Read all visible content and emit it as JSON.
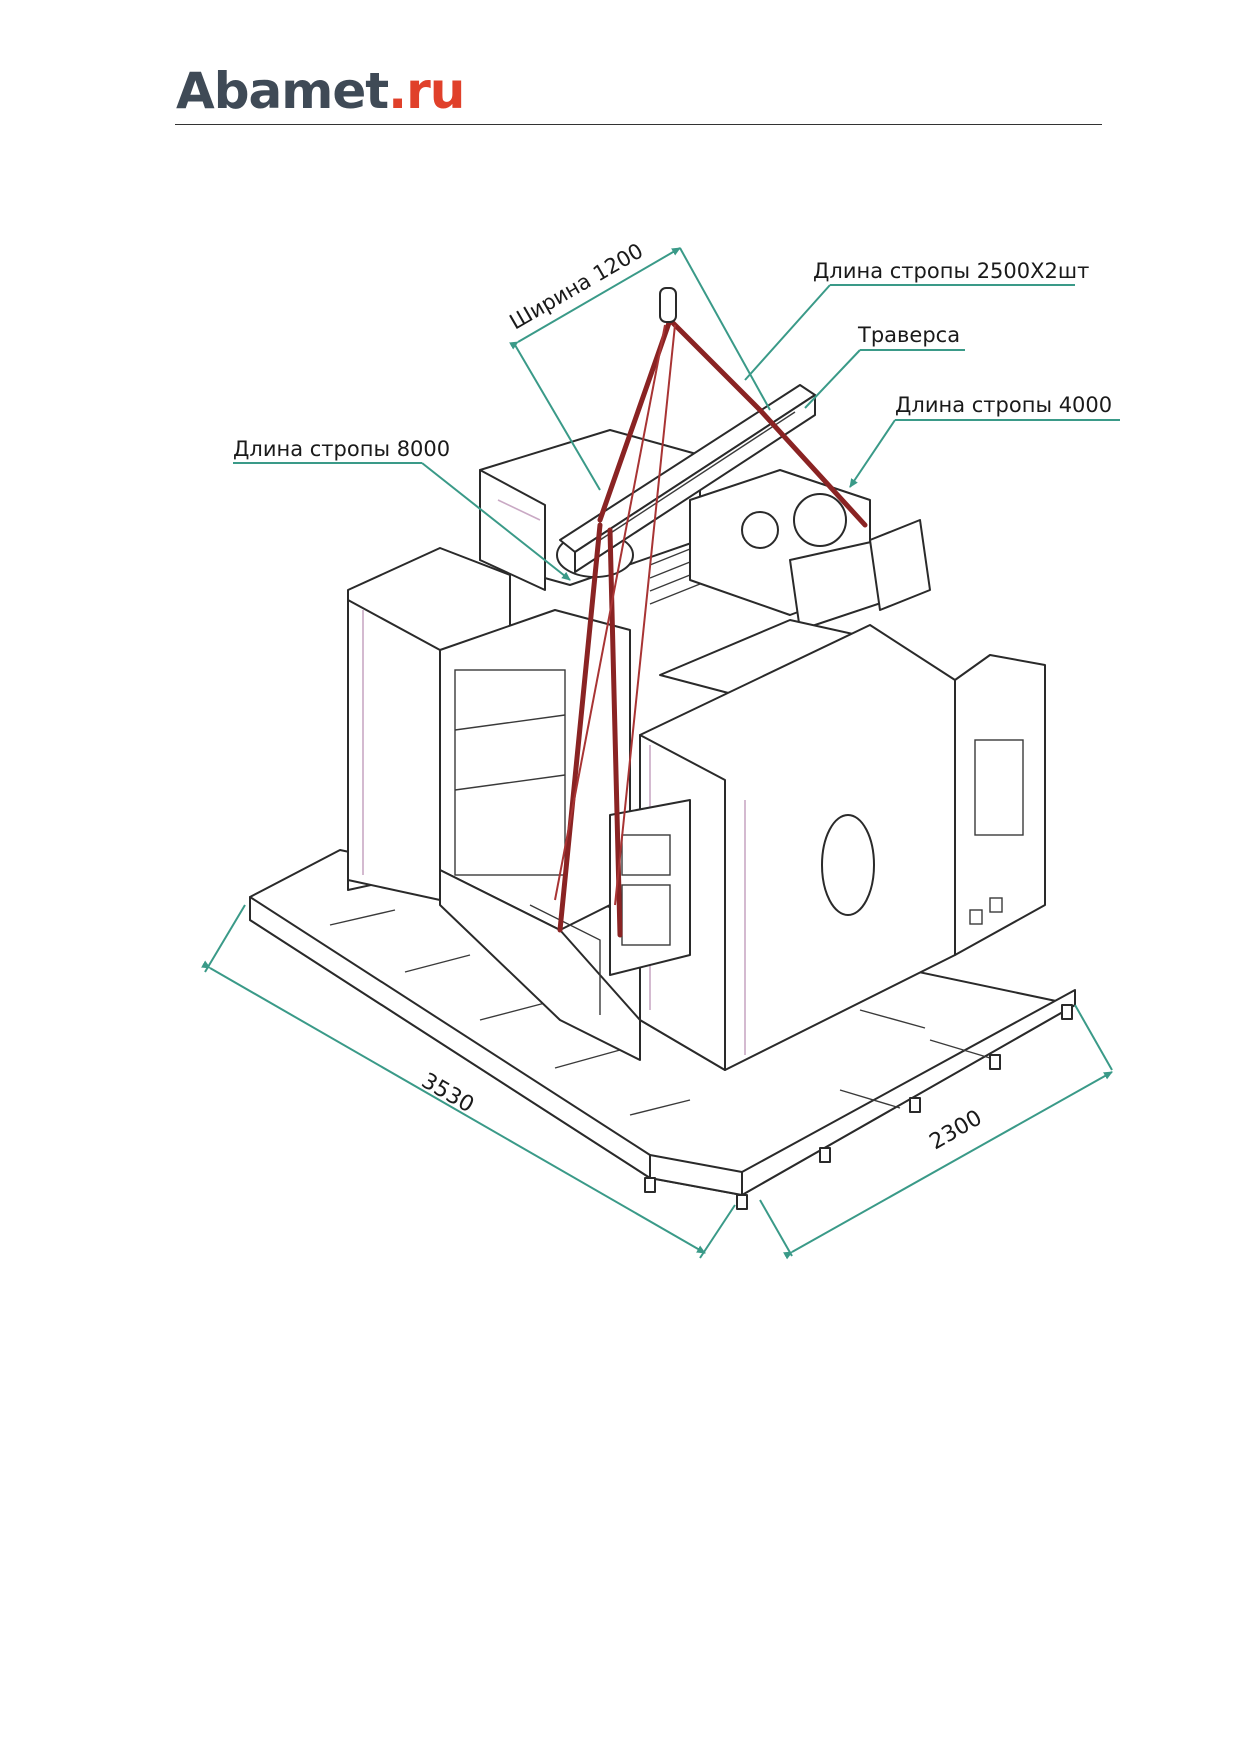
{
  "header": {
    "logo_main": "Abamet",
    "logo_suffix": ".ru"
  },
  "labels": {
    "width": "Ширина 1200",
    "sling_2500": "Длина стропы 2500Х2шт",
    "traverse": "Траверса",
    "sling_4000": "Длина стропы 4000",
    "sling_8000": "Длина стропы 8000"
  },
  "dimensions": {
    "length": "3530",
    "depth": "2300"
  },
  "colors": {
    "dimension_line": "#3a9a88",
    "sling": "#8a2323",
    "logo_main": "#3f4a56",
    "logo_suffix": "#e0402a"
  }
}
